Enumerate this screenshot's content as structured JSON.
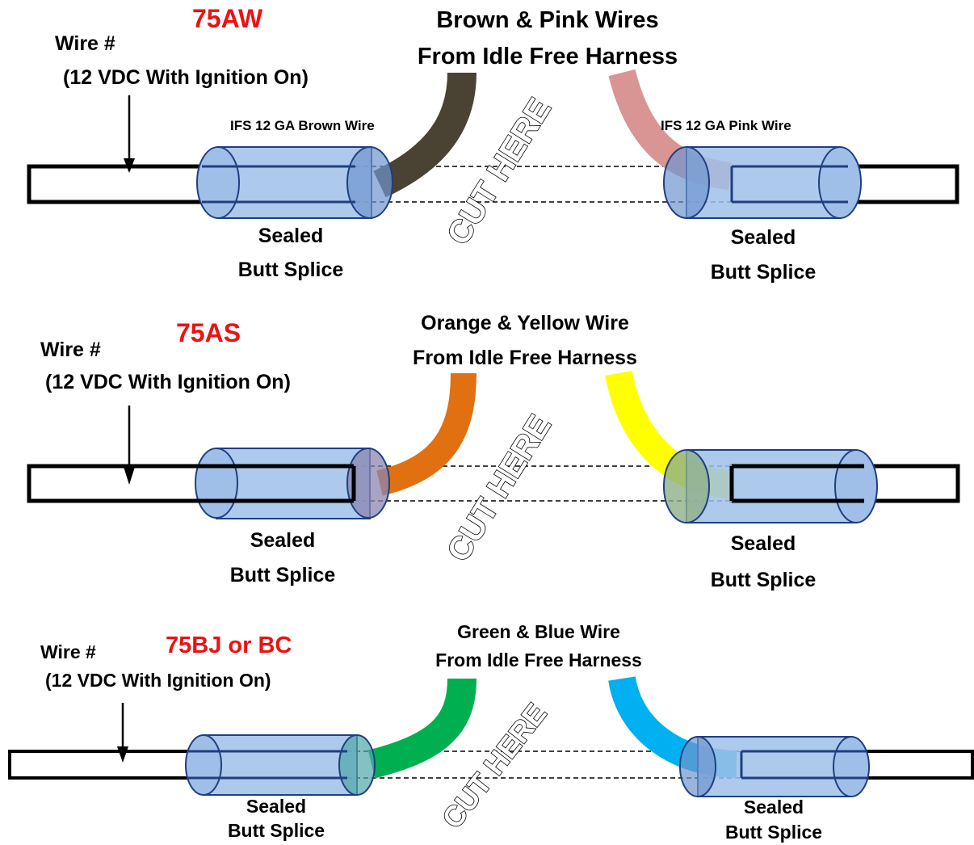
{
  "diagrams": [
    {
      "model": "75AW",
      "wire_label": "Wire #",
      "voltage_label": "(12 VDC With Ignition On)",
      "harness_line1": "Brown & Pink Wires",
      "harness_line2": "From Idle Free Harness",
      "left_wire_label": "IFS 12 GA Brown Wire",
      "right_wire_label": "IFS 12 GA Pink Wire",
      "cut_label": "CUT HERE",
      "left_splice_line1": "Sealed",
      "left_splice_line2": "Butt Splice",
      "right_splice_line1": "Sealed",
      "right_splice_line2": "Butt Splice",
      "left_wire_color": "#4a4232",
      "right_wire_color": "#d99494"
    },
    {
      "model": "75AS",
      "wire_label": "Wire #",
      "voltage_label": "(12 VDC With Ignition On)",
      "harness_line1": "Orange & Yellow Wire",
      "harness_line2": "From Idle Free Harness",
      "cut_label": "CUT HERE",
      "left_splice_line1": "Sealed",
      "left_splice_line2": "Butt Splice",
      "right_splice_line1": "Sealed",
      "right_splice_line2": "Butt Splice",
      "left_wire_color": "#e07010",
      "right_wire_color": "#ffff00"
    },
    {
      "model": "75BJ or BC",
      "wire_label": "Wire #",
      "voltage_label": "(12 VDC With Ignition On)",
      "harness_line1": "Green & Blue Wire",
      "harness_line2": "From Idle Free Harness",
      "cut_label": "CUT HERE",
      "left_splice_line1": "Sealed",
      "left_splice_line2": "Butt Splice",
      "right_splice_line1": "Sealed",
      "right_splice_line2": "Butt Splice",
      "left_wire_color": "#00b050",
      "right_wire_color": "#00b0f0"
    }
  ],
  "colors": {
    "splice_fill": "#9fbfe8",
    "splice_stroke": "#1f3f80",
    "model_text": "#ee1111"
  }
}
